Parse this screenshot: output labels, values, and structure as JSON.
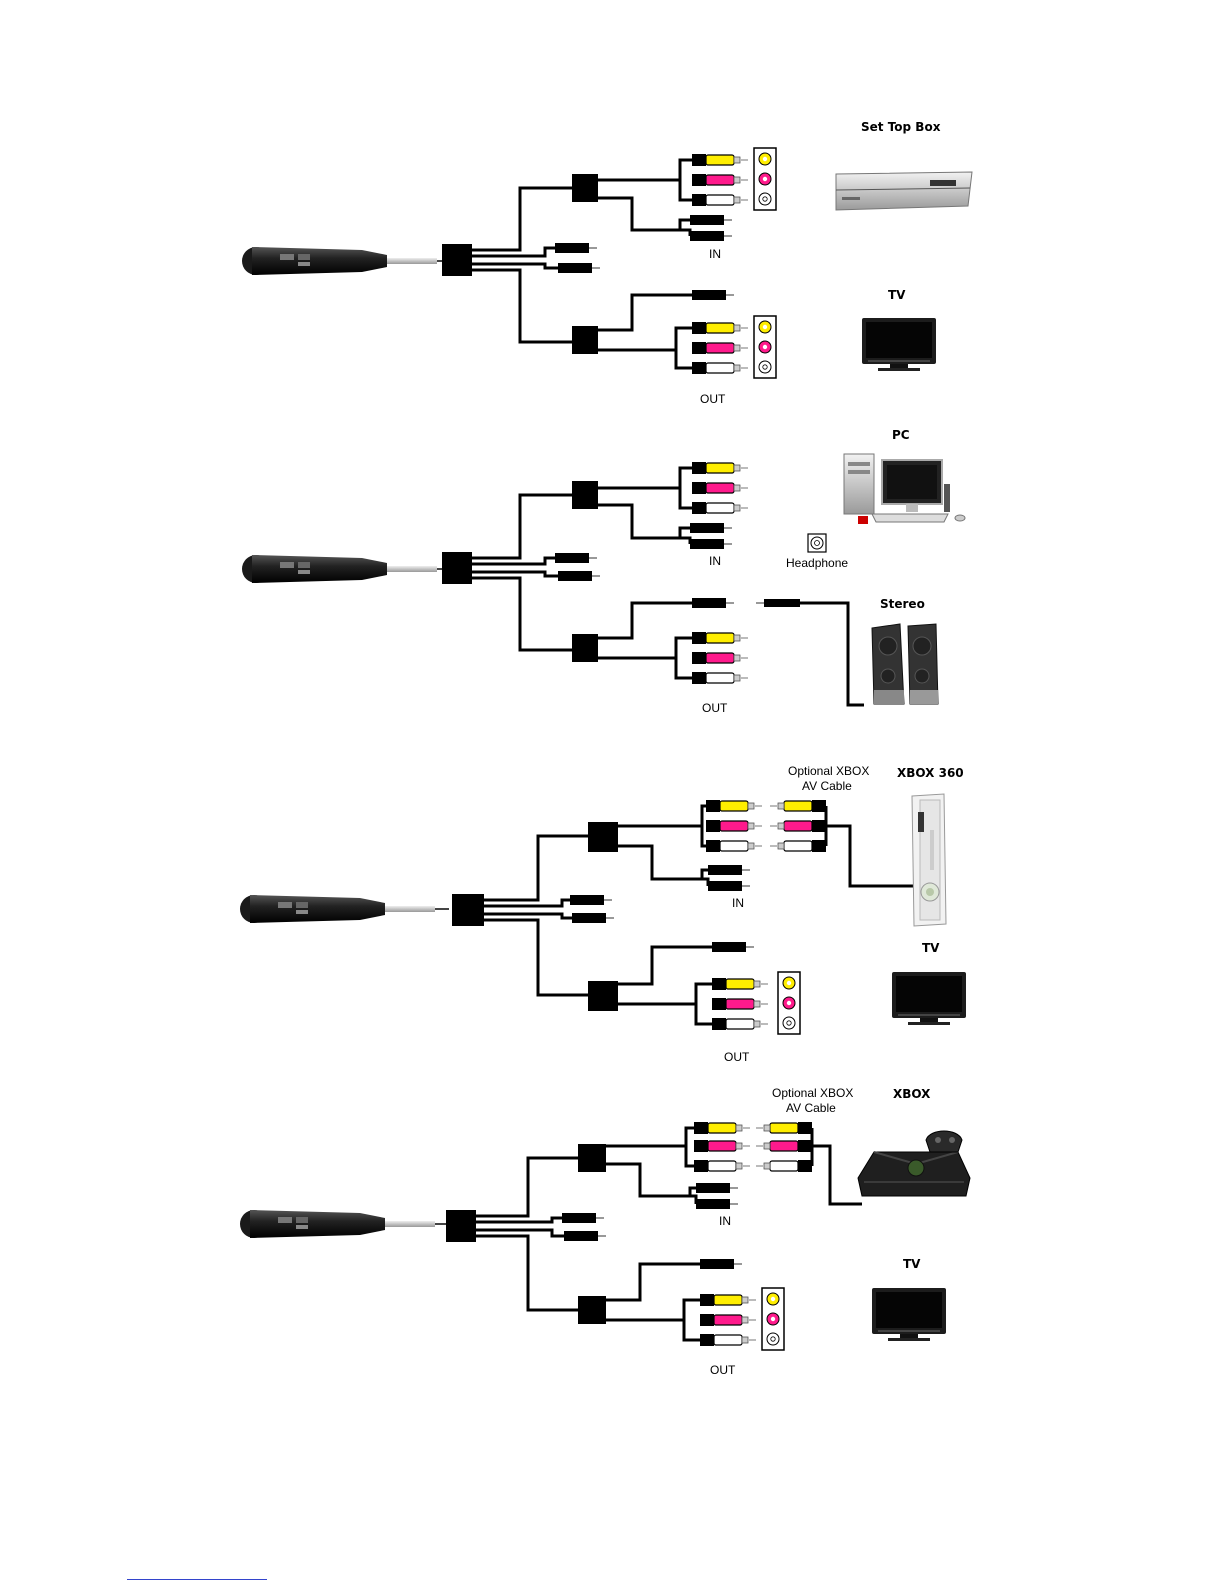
{
  "colors": {
    "video": "#ffee00",
    "audio_left": "#ff1a8c",
    "audio_right": "#ffffff",
    "cable": "#000000"
  },
  "diagrams": [
    {
      "id": "set-top-box",
      "devices": [
        "Set Top Box",
        "TV"
      ],
      "in_label": "IN",
      "out_label": "OUT",
      "extra_labels": []
    },
    {
      "id": "pc",
      "devices": [
        "PC",
        "Stereo"
      ],
      "in_label": "IN",
      "out_label": "OUT",
      "extra_labels": [
        "Headphone"
      ]
    },
    {
      "id": "xbox-360",
      "devices": [
        "XBOX 360",
        "TV"
      ],
      "in_label": "IN",
      "out_label": "OUT",
      "extra_labels": [
        "Optional XBOX",
        "AV Cable"
      ]
    },
    {
      "id": "xbox",
      "devices": [
        "XBOX",
        "TV"
      ],
      "in_label": "IN",
      "out_label": "OUT",
      "extra_labels": [
        "Optional XBOX",
        "AV Cable"
      ]
    }
  ]
}
